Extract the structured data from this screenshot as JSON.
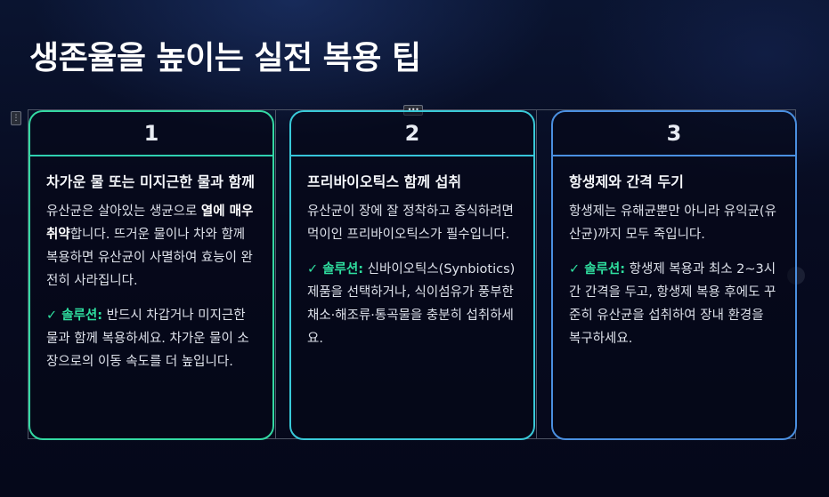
{
  "page": {
    "title": "생존율을 높이는 실전 복용 팁"
  },
  "editor": {
    "left_handle_icon": "⋮",
    "top_handle_icon": "•••"
  },
  "cards": [
    {
      "number": "1",
      "heading": "차가운 물 또는 미지근한 물과 함께",
      "para_pre": "유산균은 살아있는 생균으로 ",
      "para_bold": "열에 매우 취약",
      "para_post": "합니다. 뜨거운 물이나 차와 함께 복용하면 유산균이 사멸하여 효능이 완전히 사라집니다.",
      "solution_label": "✓ 솔루션:",
      "solution_text": " 반드시 차갑거나 미지근한 물과 함께 복용하세요. 차가운 물이 소장으로의 이동 속도를 더 높입니다.",
      "color": "#33d8a2"
    },
    {
      "number": "2",
      "heading": "프리바이오틱스 함께 섭취",
      "para": "유산균이 장에 잘 정착하고 증식하려면 먹이인 프리바이오틱스가 필수입니다.",
      "solution_label": "✓ 솔루션:",
      "solution_text": " 신바이오틱스(Synbiotics) 제품을 선택하거나, 식이섬유가 풍부한 채소·해조류·통곡물을 충분히 섭취하세요.",
      "color": "#39c9d8"
    },
    {
      "number": "3",
      "heading": "항생제와 간격 두기",
      "para": "항생제는 유해균뿐만 아니라 유익균(유산균)까지 모두 죽입니다.",
      "solution_label": "✓ 솔루션:",
      "solution_text": " 항생제 복용과 최소 2~3시간 간격을 두고, 항생제 복용 후에도 꾸준히 유산균을 섭취하여 장내 환경을 복구하세요.",
      "color": "#4a8fe0"
    }
  ]
}
